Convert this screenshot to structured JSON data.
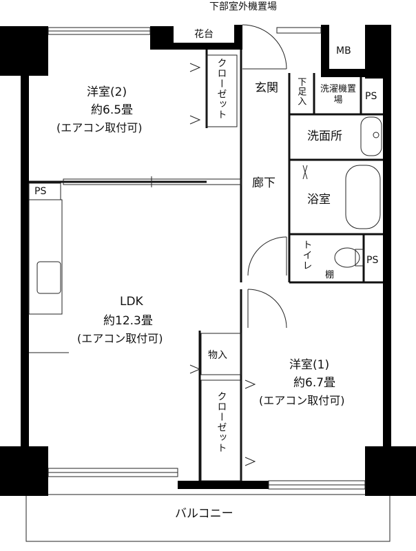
{
  "plan": {
    "outdoor_unit_note": "下部室外機置場",
    "flower_stand": "花台",
    "mb": "MB",
    "western_room_2": {
      "name": "洋室(2)",
      "area": "約6.5畳",
      "note": "(エアコン取付可)"
    },
    "closet_top": "クローゼット",
    "entrance": "玄関",
    "shoe_box": "下足入",
    "laundry": "洗濯機置場",
    "ps_top": "PS",
    "washroom": "洗面所",
    "hallway": "廊下",
    "bathroom": "浴室",
    "toilet": "トイレ",
    "shelf": "棚",
    "ps_toilet": "PS",
    "ps_left": "PS",
    "ldk": {
      "name": "LDK",
      "area": "約12.3畳",
      "note": "(エアコン取付可)"
    },
    "storage": "物入",
    "western_room_1": {
      "name": "洋室(1)",
      "area": "約6.7畳",
      "note": "(エアコン取付可)"
    },
    "closet_bottom": "クローゼット",
    "balcony": "バルコニー"
  },
  "colors": {
    "wall": "#000000",
    "line": "#222222",
    "background": "#ffffff"
  }
}
